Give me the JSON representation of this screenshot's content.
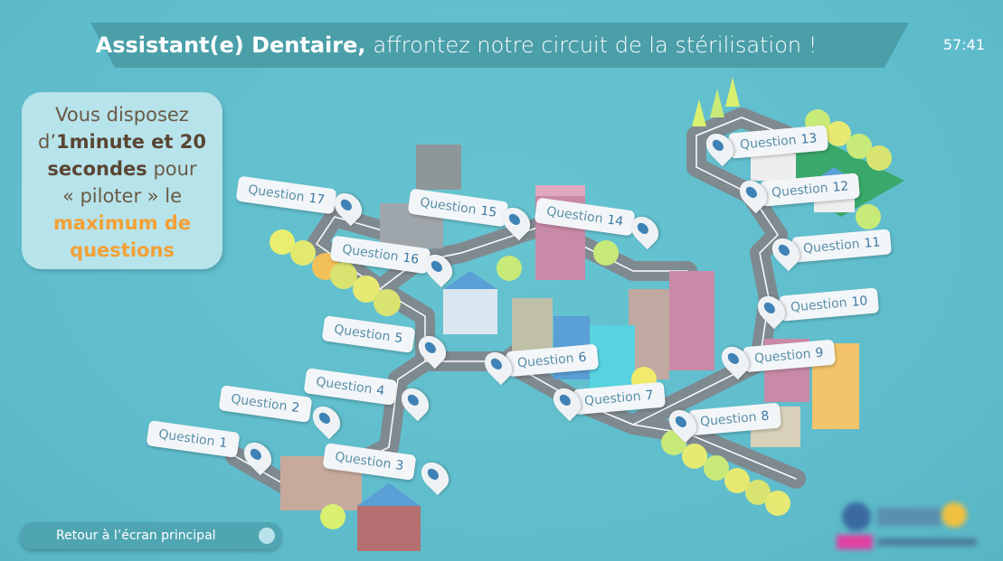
{
  "header": {
    "title_bold": "Assistant(e) Dentaire,",
    "title_rest": "affrontez notre circuit de la stérilisation !",
    "timer": "57:41"
  },
  "info": {
    "line1": "Vous disposez",
    "line2_pre": "d’",
    "line2_bold": "1minute et 20",
    "line3_bold": "secondes",
    "line3_rest": " pour",
    "line4": "« piloter » le",
    "line5": "maximum de",
    "line6": "questions"
  },
  "questions": [
    {
      "label": "Question",
      "num": "1"
    },
    {
      "label": "Question",
      "num": "2"
    },
    {
      "label": "Question",
      "num": "3"
    },
    {
      "label": "Question",
      "num": "4"
    },
    {
      "label": "Question",
      "num": "5"
    },
    {
      "label": "Question",
      "num": "6"
    },
    {
      "label": "Question",
      "num": "7"
    },
    {
      "label": "Question",
      "num": "8"
    },
    {
      "label": "Question",
      "num": "9"
    },
    {
      "label": "Question",
      "num": "10"
    },
    {
      "label": "Question",
      "num": "11"
    },
    {
      "label": "Question",
      "num": "12"
    },
    {
      "label": "Question",
      "num": "13"
    },
    {
      "label": "Question",
      "num": "14"
    },
    {
      "label": "Question",
      "num": "15"
    },
    {
      "label": "Question",
      "num": "16"
    },
    {
      "label": "Question",
      "num": "17"
    }
  ],
  "back_button": "Retour à l’écran principal",
  "colors": {
    "background": "#62c1cf",
    "header": "#4a9fa9",
    "accent": "#f4a035",
    "pin": "#3f82b5"
  }
}
